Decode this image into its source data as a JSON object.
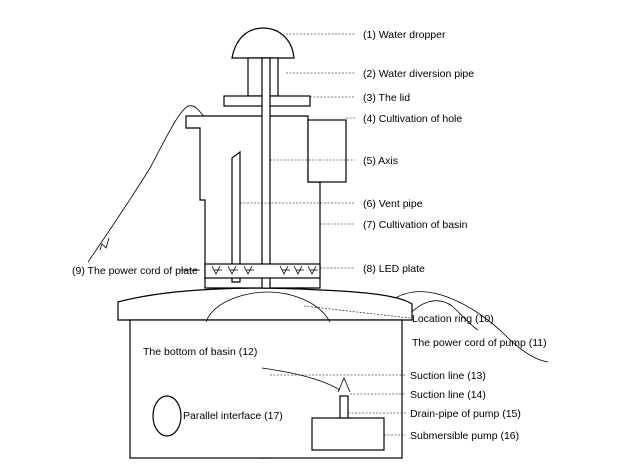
{
  "labels": {
    "water_dropper": "(1) Water dropper",
    "water_diversion_pipe": "(2) Water diversion pipe",
    "lid": "(3) The lid",
    "cultivation_hole": "(4) Cultivation of hole",
    "axis": "(5) Axis",
    "vent_pipe": "(6) Vent pipe",
    "cultivation_basin": "(7) Cultivation of basin",
    "led_plate": "(8) LED plate",
    "power_cord_plate": "(9) The power cord of plate",
    "location_ring": "Location ring (10)",
    "power_cord_pump": "The power cord of pump (11)",
    "bottom_of_basin": "The bottom of basin (12)",
    "suction_line_13": "Suction line (13)",
    "suction_line_14": "Suction line (14)",
    "drain_pipe_pump": "Drain-pipe of pump (15)",
    "submersible_pump": "Submersible pump (16)",
    "parallel_interface": "Parallel interface (17)"
  }
}
